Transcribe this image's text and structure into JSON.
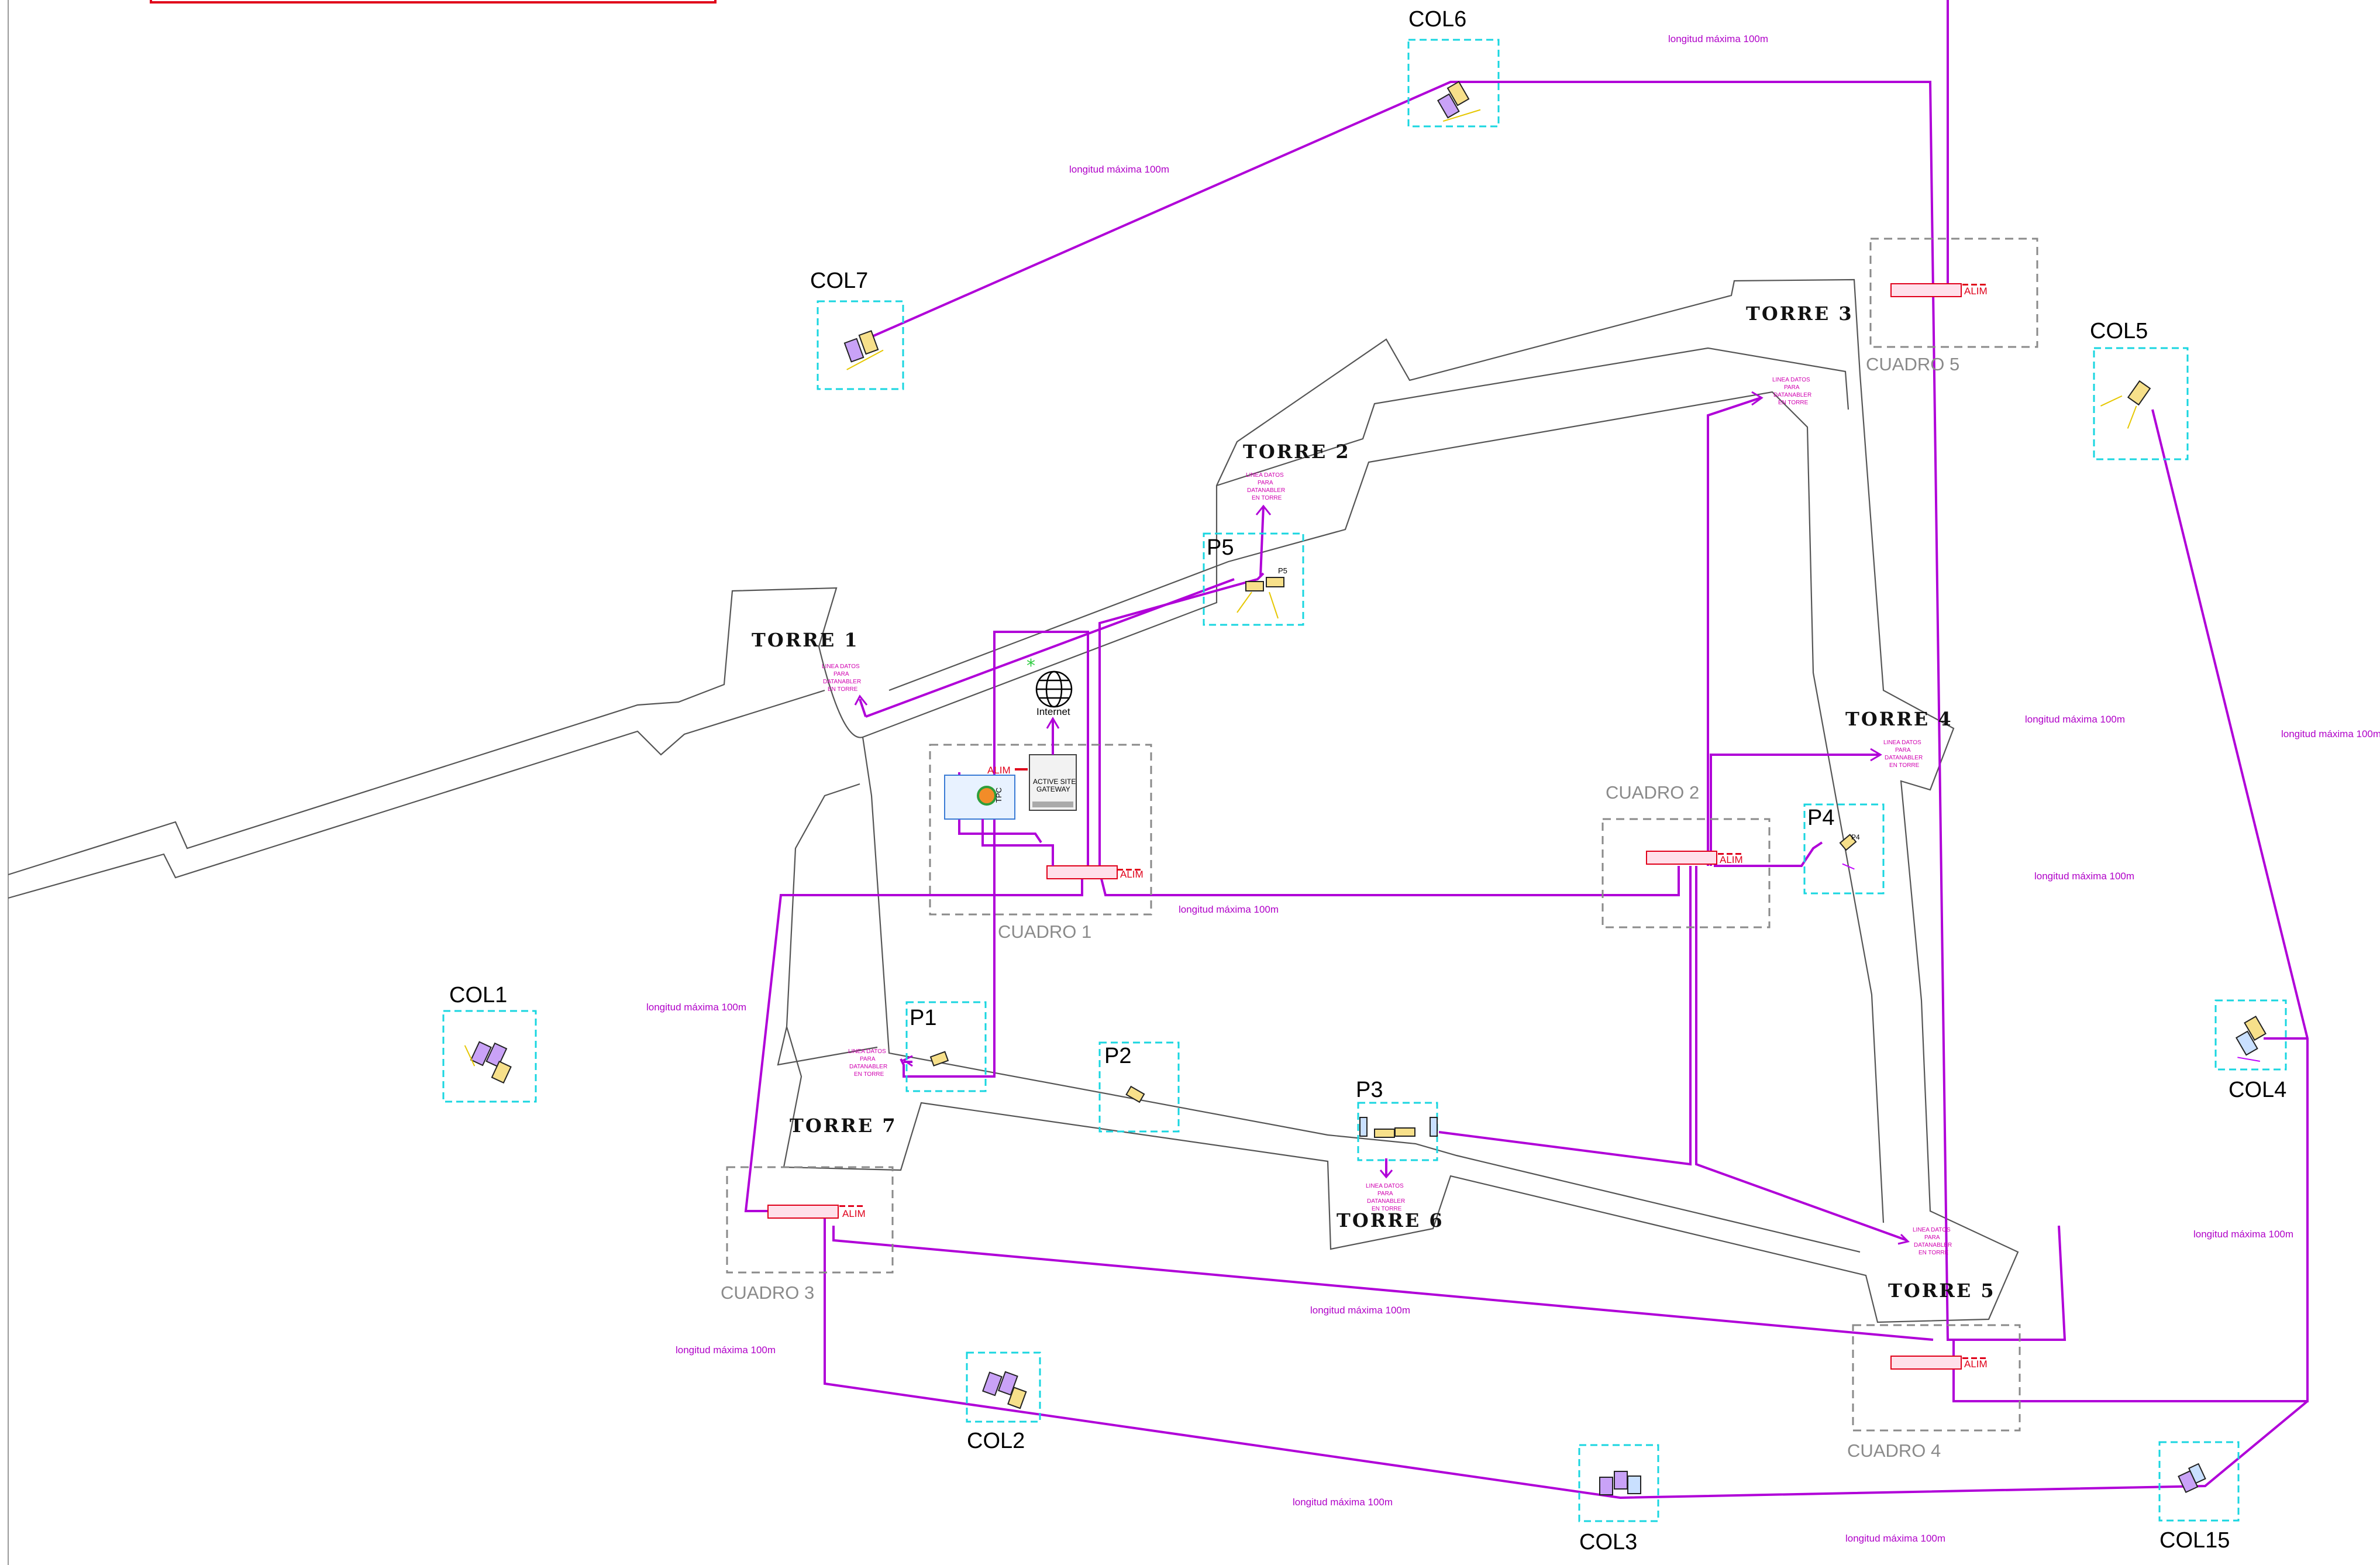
{
  "towers": [
    "TORRE 1",
    "TORRE 2",
    "TORRE 3",
    "TORRE 4",
    "TORRE 5",
    "TORRE 6",
    "TORRE 7"
  ],
  "cabinets": [
    "CUADRO 1",
    "CUADRO 2",
    "CUADRO 3",
    "CUADRO 4",
    "CUADRO 5"
  ],
  "points": [
    "P1",
    "P2",
    "P3",
    "P4",
    "P5"
  ],
  "columns": [
    "COL1",
    "COL2",
    "COL3",
    "COL4",
    "COL5",
    "COL6",
    "COL7",
    "COL15"
  ],
  "notes": {
    "max_length": "longitud máxima 100m",
    "tower_data_line": [
      "LINEA DATOS",
      "PARA",
      "DATANABLER",
      "EN TORRE"
    ],
    "power": "ALIM",
    "internet": "Internet",
    "gateway": [
      "ACTIVE SITE",
      "GATEWAY"
    ],
    "tpc": "TPC",
    "p5_small": "P5",
    "p4_small": "P4"
  },
  "colors": {
    "cable": "#b000d8",
    "zone_outline": "#19d6e0",
    "cabinet_outline": "#8a8a8a",
    "power": "#e0001a",
    "walls": "#555555"
  }
}
